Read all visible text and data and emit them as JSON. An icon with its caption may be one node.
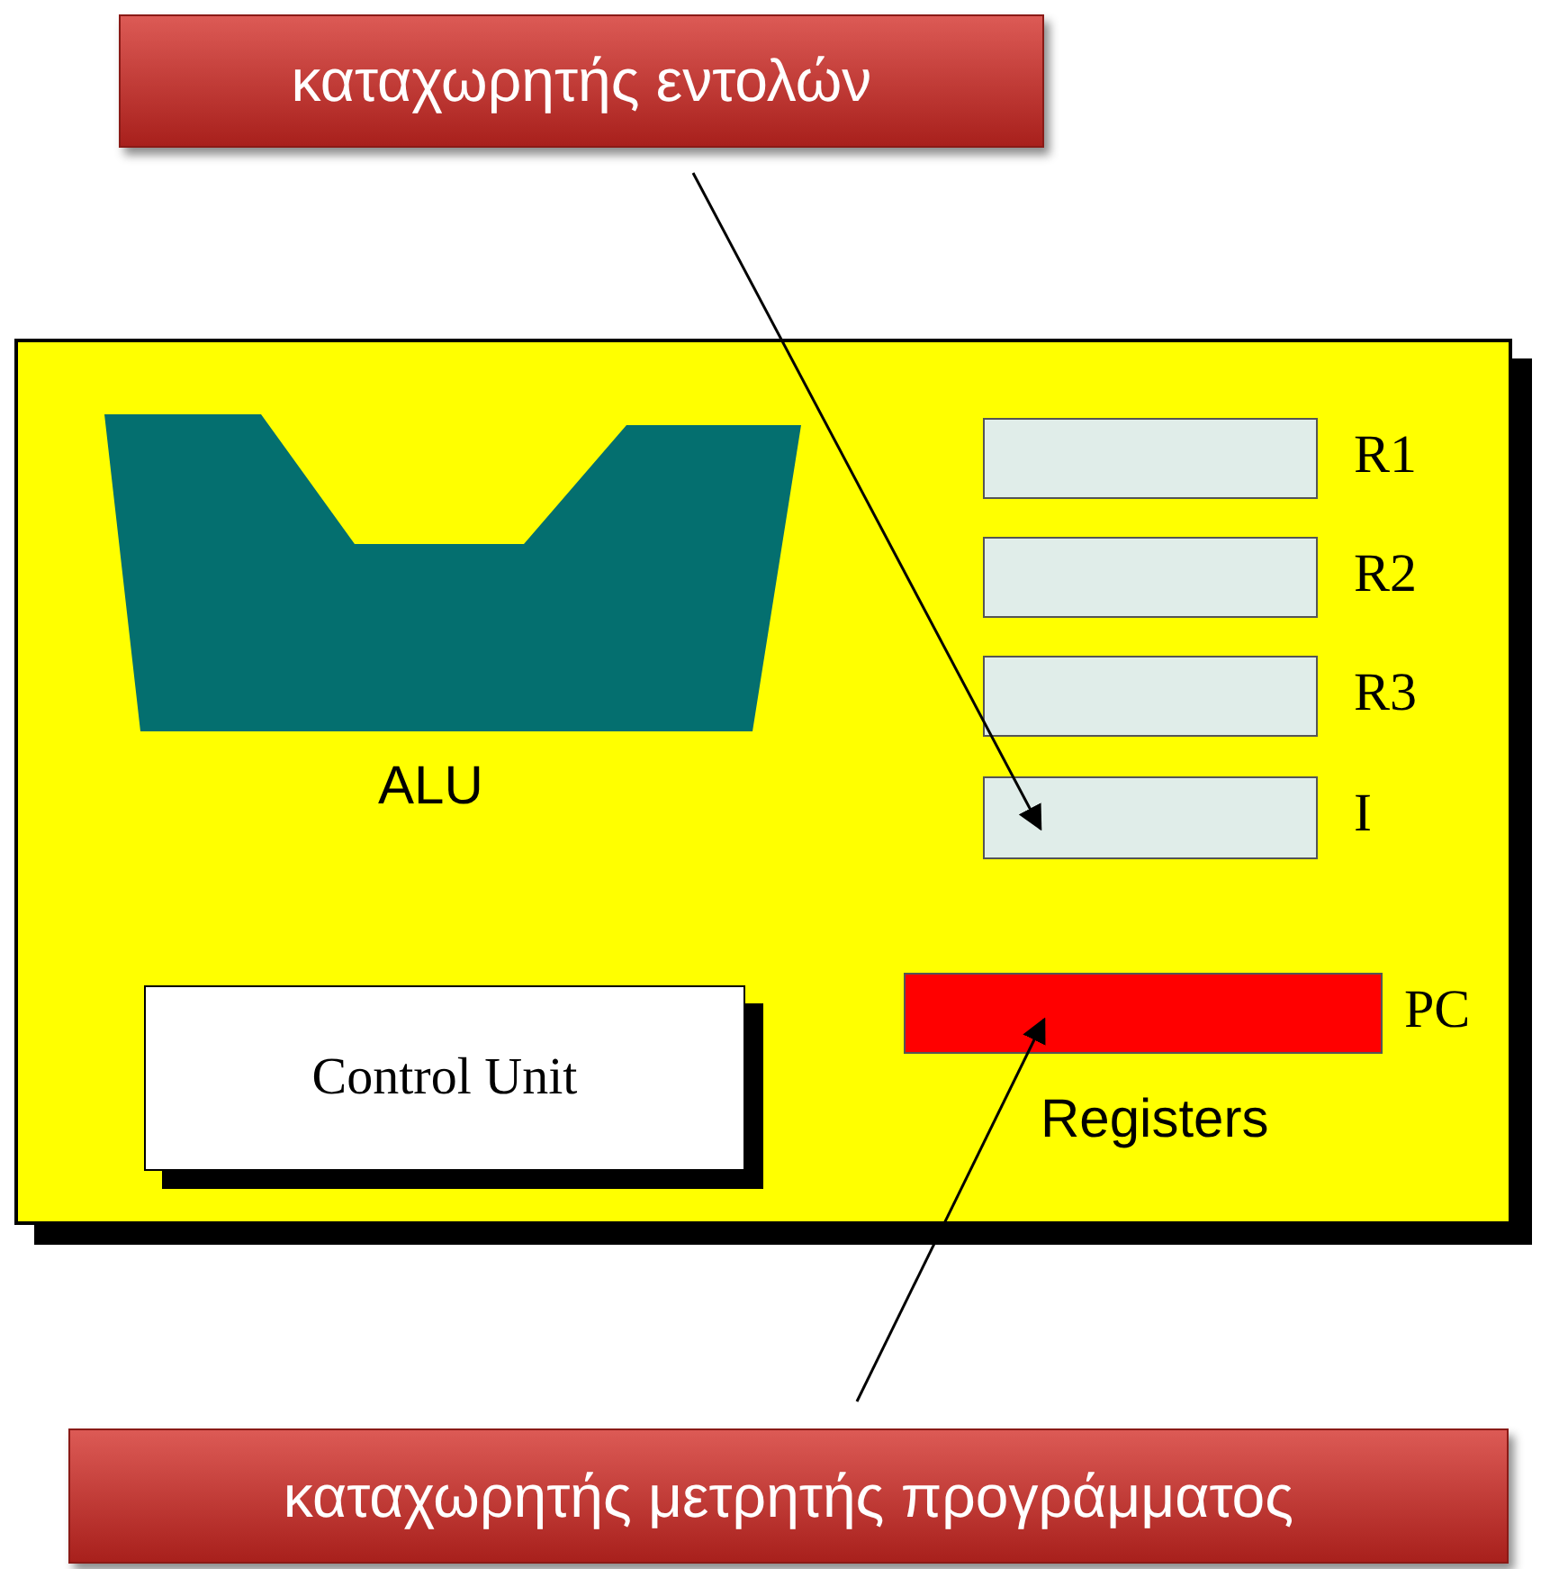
{
  "diagram": {
    "nodes": [
      {
        "text": [
          "καταχωρητής εντολών"
        ]
      },
      {
        "text": [],
        "shape": "box"
      },
      {
        "text": [
          "ALU"
        ],
        "in": 1
      },
      {
        "text": [],
        "shape": "bar",
        "beside": [
          "R1"
        ],
        "in": 1
      },
      {
        "text": [],
        "shape": "bar",
        "beside": [
          "R2"
        ],
        "in": 1
      },
      {
        "text": [],
        "shape": "bar",
        "beside": [
          "R3"
        ],
        "in": 1
      },
      {
        "text": [],
        "shape": "bar",
        "beside": [
          "I"
        ],
        "in": 1
      },
      {
        "text": [
          "Control Unit"
        ],
        "in": 1
      },
      {
        "text": [],
        "shape": "bar",
        "beside": [
          "PC"
        ],
        "in": 1
      },
      {
        "text": [
          "καταχωρητής μετρητής προγράμματος"
        ]
      }
    ],
    "edges": [
      {
        "from": 0,
        "to": 6,
        "arrow": "to"
      },
      {
        "from": 9,
        "to": 8,
        "arrow": "to"
      }
    ],
    "labels": [
      "Registers"
    ]
  }
}
